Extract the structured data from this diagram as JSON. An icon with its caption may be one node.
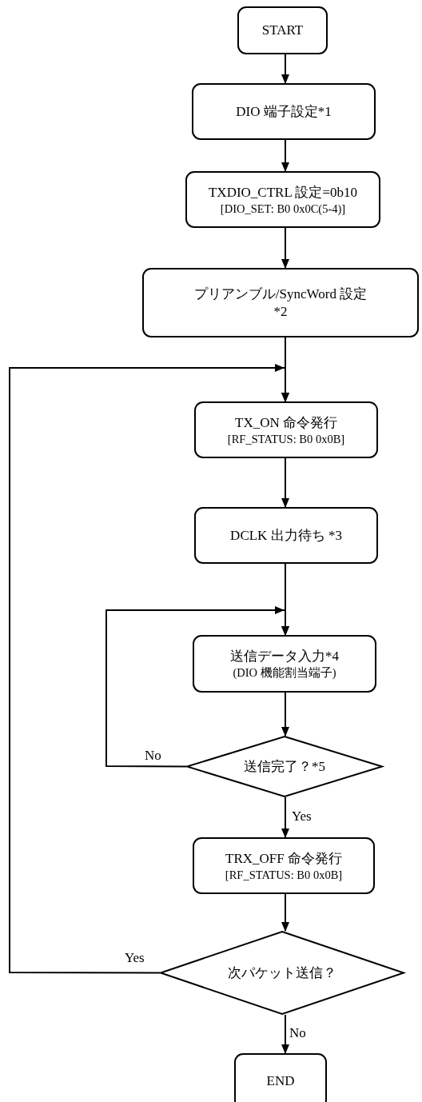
{
  "diagram": {
    "nodes": [
      {
        "text": [
          "START"
        ]
      },
      {
        "text": [
          "DIO 端子設定*1"
        ]
      },
      {
        "text": [
          "TXDIO_CTRL 設定=0b10",
          "[DIO_SET: B0 0x0C(5-4)]"
        ]
      },
      {
        "text": [
          "プリアンブル/SyncWord 設定*2"
        ]
      },
      {
        "text": [
          "TX_ON 命令発行",
          "[RF_STATUS: B0 0x0B]"
        ]
      },
      {
        "text": [
          "DCLK 出力待ち *3"
        ]
      },
      {
        "text": [
          "送信データ入力*4",
          "(DIO 機能割当端子)"
        ]
      },
      {
        "text": [
          "送信完了？*5"
        ]
      },
      {
        "text": [
          "TRX_OFF 命令発行",
          "[RF_STATUS: B0 0x0B]"
        ]
      },
      {
        "text": [
          "次パケット送信？"
        ]
      },
      {
        "text": [
          "END"
        ]
      }
    ],
    "edges": [
      {
        "from": 0,
        "to": 1,
        "arrow": "to"
      },
      {
        "from": 1,
        "to": 2,
        "arrow": "to"
      },
      {
        "from": 2,
        "to": 3,
        "arrow": "to"
      },
      {
        "from": 3,
        "to": 4,
        "arrow": "to"
      },
      {
        "from": 4,
        "to": 5,
        "arrow": "to"
      },
      {
        "from": 5,
        "to": 6,
        "arrow": "to"
      },
      {
        "from": 6,
        "to": 7,
        "arrow": "to"
      },
      {
        "from": 7,
        "to": 6,
        "arrow": "to",
        "label": "No"
      },
      {
        "from": 7,
        "to": 8,
        "arrow": "to",
        "label": "Yes"
      },
      {
        "from": 8,
        "to": 9,
        "arrow": "to"
      },
      {
        "from": 9,
        "to": 4,
        "arrow": "to",
        "label": "Yes"
      },
      {
        "from": 9,
        "to": 10,
        "arrow": "to",
        "label": "No"
      }
    ]
  }
}
